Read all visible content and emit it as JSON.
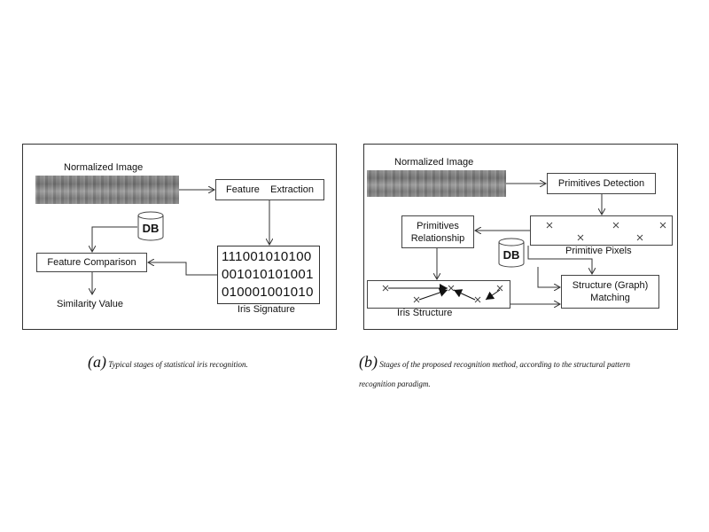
{
  "panel_a": {
    "image_label": "Normalized Image",
    "feature_extraction": "Feature    Extraction",
    "db": "DB",
    "feature_comparison": "Feature Comparison",
    "signature_lines": [
      "111001010100",
      "001010101001",
      "010001001010"
    ],
    "signature_label": "Iris Signature",
    "similarity_value": "Similarity Value",
    "caption_tag": "(a)",
    "caption_text": "Typical stages of statistical iris recognition."
  },
  "panel_b": {
    "image_label": "Normalized Image",
    "primitives_detection": "Primitives Detection",
    "primitives_relationship_line1": "Primitives",
    "primitives_relationship_line2": "Relationship",
    "primitive_pixels_label": "Primitive Pixels",
    "db": "DB",
    "matching_line1": "Structure (Graph)",
    "matching_line2": "Matching",
    "iris_structure_label": "Iris Structure",
    "caption_tag": "(b)",
    "caption_text_line1": "Stages of the proposed recognition method, according to the structural pattern",
    "caption_text_line2": "recognition paradigm."
  }
}
